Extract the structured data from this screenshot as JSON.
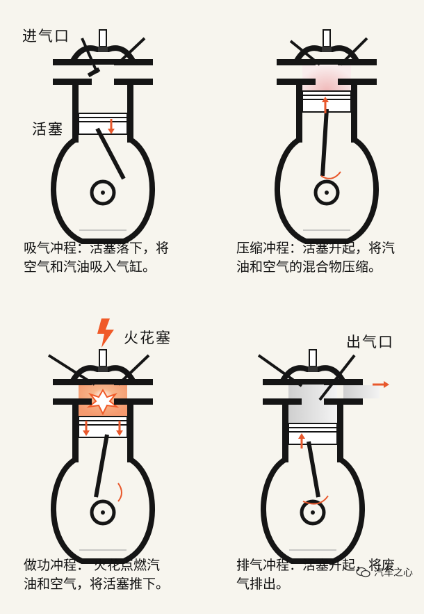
{
  "labels": {
    "intake_port": "进气口",
    "piston": "活塞",
    "spark_plug": "火花塞",
    "exhaust_port": "出气口"
  },
  "strokes": [
    {
      "caption_line1": "吸气冲程：活塞落下，将",
      "caption_line2": "空气和汽油吸入气缸。"
    },
    {
      "caption_line1": "压缩冲程：活塞升起，将汽",
      "caption_line2": "油和空气的混合物压缩。"
    },
    {
      "caption_line1": "做功冲程：  火花点燃汽",
      "caption_line2": "油和空气，将活塞推下。"
    },
    {
      "caption_line1": "排气冲程：活塞升起，将废",
      "caption_line2": "气排出。"
    }
  ],
  "watermark": {
    "text": "汽车之心",
    "icon": "wechat-icon"
  },
  "colors": {
    "arrow": "#e8582c",
    "spark": "#f05a28",
    "compress": "#f3c9c9",
    "explode": "#f4a77a",
    "exhaust": "#d8d8d8"
  }
}
